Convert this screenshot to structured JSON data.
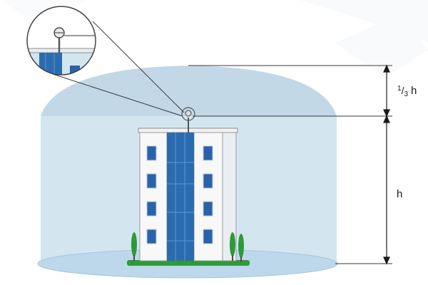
{
  "labels": {
    "third_h": {
      "numerator": "1",
      "slash": "/",
      "denominator": "3",
      "variable": "h"
    },
    "full_h": "h"
  },
  "colors": {
    "zone_fill": "#cfe3ee",
    "dome_fill": "#b6cfe0",
    "ground_fill": "#b7d5e8",
    "building_white": "#f7f7f7",
    "building_outline": "#8c8c8c",
    "glass_blue": "#2b6cb0",
    "window_blue": "#2a62aa",
    "tree_green": "#2e9a3a",
    "line_dark": "#333333"
  },
  "icons": {
    "lightning_rod": "air-terminal-icon",
    "magnifier": "zoom-inset"
  }
}
